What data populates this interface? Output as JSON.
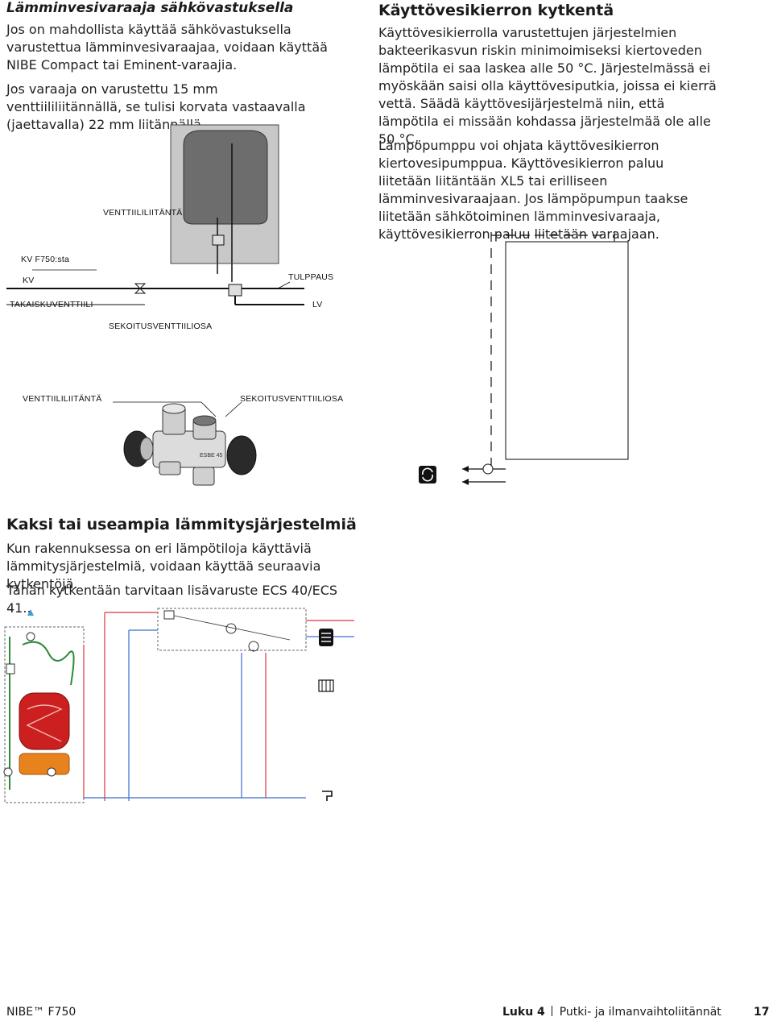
{
  "left_column": {
    "heading": "Lämminvesivaraaja sähkövastuksella",
    "para1": "Jos on mahdollista käyttää sähkövastuksella varustettua lämminvesivaraajaa, voidaan käyttää NIBE Compact tai Eminent-varaajia.",
    "para2": "Jos varaaja on varustettu 15 mm venttiililiitännällä, se tulisi korvata vastaavalla (jaettavalla) 22 mm liitännällä."
  },
  "right_column": {
    "heading": "Käyttövesikierron kytkentä",
    "para1": "Käyttövesikierrolla varustettujen järjestelmien bakteerikasvun riskin minimoimiseksi kiertoveden lämpötila ei saa laskea alle 50 °C. Järjestelmässä ei myöskään saisi olla käyttövesiputkia, joissa ei kierrä vettä. Säädä käyttövesijärjestelmä niin, että lämpötila ei missään kohdassa järjestelmää ole alle 50 °C.",
    "para2": "Lämpöpumppu voi ohjata käyttövesikierron kiertovesipumppua. Käyttövesikierron paluu liitetään liitäntään XL5 tai erilliseen lämminvesivaraajaan. Jos lämpöpumpun taakse liitetään sähkötoiminen lämminvesivaraaja, käyttövesikierron paluu liitetään varaajaan."
  },
  "diagram1_labels": {
    "venttiililiitanta": "VENTTIILILIITÄNTÄ",
    "kv_f750": "KV F750:sta",
    "kv": "KV",
    "tulppaus": "TULPPAUS",
    "takaiskuventtiili": "TAKAISKUVENTTIILI",
    "lv": "LV",
    "sekoitusventtiiliosa": "SEKOITUSVENTTIILIOSA"
  },
  "diagram2_labels": {
    "venttiililiitanta": "VENTTIILILIITÄNTÄ",
    "sekoitusventtiiliosa": "SEKOITUSVENTTIILIOSA",
    "marking": "ESBE 45"
  },
  "section2": {
    "heading": "Kaksi tai useampia lämmitysjärjestelmiä",
    "para1": "Kun rakennuksessa on eri lämpötiloja käyttäviä lämmitysjärjestelmiä, voidaan käyttää seuraavia kytkentöjä.",
    "para2": "Tähän kytkentään tarvitaan lisävaruste ECS 40/ECS 41.."
  },
  "footer": {
    "brand": "NIBE™ F750",
    "chapter": "Luku 4",
    "chapter_title": "Putki- ja ilmanvaihtoliitännät",
    "page_number": "17"
  },
  "colors": {
    "tank_gray": "#9a9a9a",
    "tank_dark": "#6a6a6a",
    "hot_red": "#cc1f1f",
    "orange": "#e8821c",
    "pipe_green": "#2e8b3a",
    "pipe_red": "#d43a3a",
    "pipe_blue": "#3a6fd4"
  }
}
